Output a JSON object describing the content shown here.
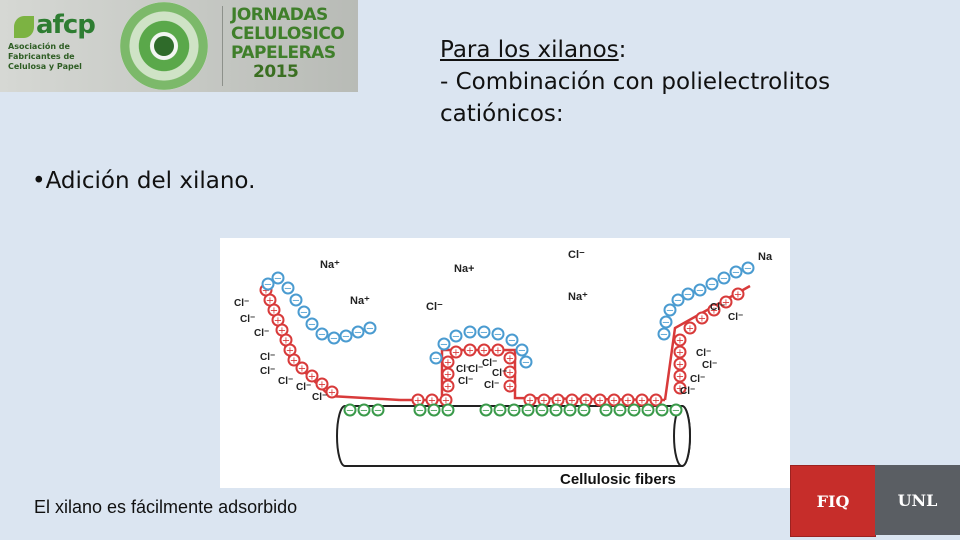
{
  "header": {
    "afcp_logo": "afcp",
    "afcp_subtitle": "Asociación de Fabricantes de Celulosa y Papel",
    "event_lines": [
      "JORNADAS",
      "CELULOSICO",
      "PAPELERAS",
      "2015"
    ]
  },
  "heading": {
    "underlined": "Para los xilanos",
    "colon": ":",
    "line2": "- Combinación con polielectrolitos",
    "line3": "catiónicos:"
  },
  "bullet": "•Adición del xilano.",
  "figure": {
    "ions": [
      "Na⁺",
      "Na+",
      "Cl⁻",
      "Na",
      "Na⁺",
      "Cl⁻",
      "Na⁺"
    ],
    "chloride_label": "Cl⁻",
    "fiber_label": "Cellulosic fibers",
    "colors": {
      "cationic": "#d83a3a",
      "xylan": "#4a9bd0",
      "fiber_charge": "#3a9a4a"
    }
  },
  "caption": "El xilano es fácilmente adsorbido",
  "badges": {
    "fiq": "FIQ",
    "unl": "UNL"
  }
}
